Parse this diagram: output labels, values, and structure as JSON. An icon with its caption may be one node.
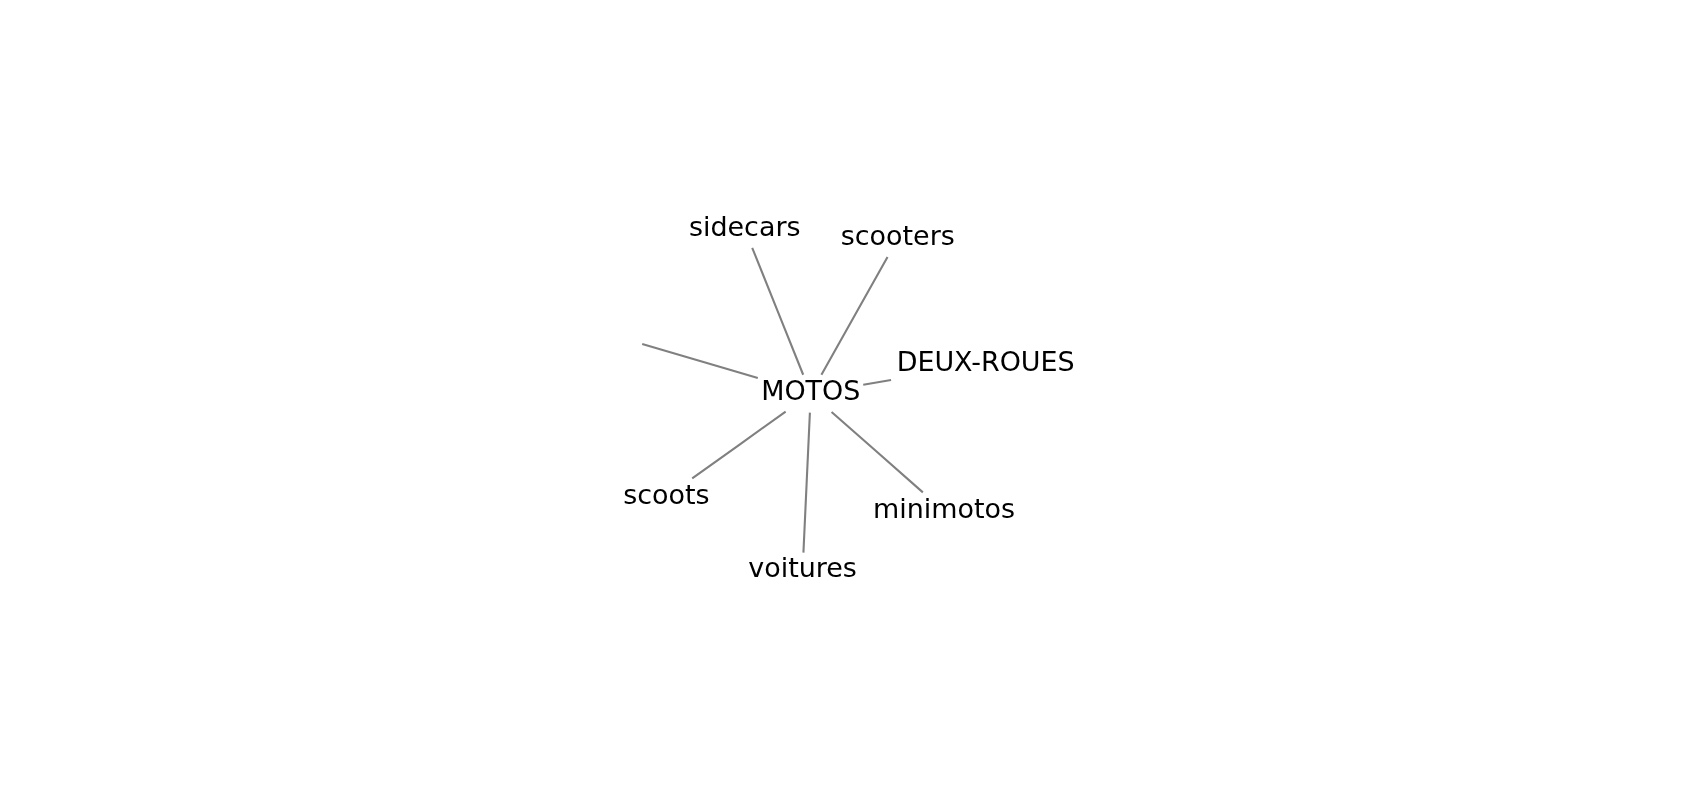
{
  "diagram": {
    "nodes": [
      {
        "text": [
          "scooters"
        ]
      },
      {
        "text": [
          "voitures"
        ]
      },
      {
        "text": [
          "minimotos"
        ]
      },
      {
        "text": [
          "MOTOS"
        ]
      },
      {
        "text": [
          "sidecars"
        ]
      },
      {
        "text": [
          "scoots"
        ]
      },
      {
        "text": [
          "DEUX-ROUES"
        ]
      }
    ],
    "edges": [
      {
        "from": 3,
        "to": 5,
        "arrow": "none"
      },
      {
        "from": 3,
        "to": 2,
        "arrow": "none"
      },
      {
        "from": 3,
        "to": 0,
        "arrow": "none"
      },
      {
        "from": 3,
        "to": null,
        "arrow": "none"
      },
      {
        "from": 3,
        "to": 1,
        "arrow": "none"
      },
      {
        "from": 3,
        "to": 4,
        "arrow": "none"
      },
      {
        "from": 3,
        "to": 6,
        "arrow": "none"
      }
    ]
  }
}
